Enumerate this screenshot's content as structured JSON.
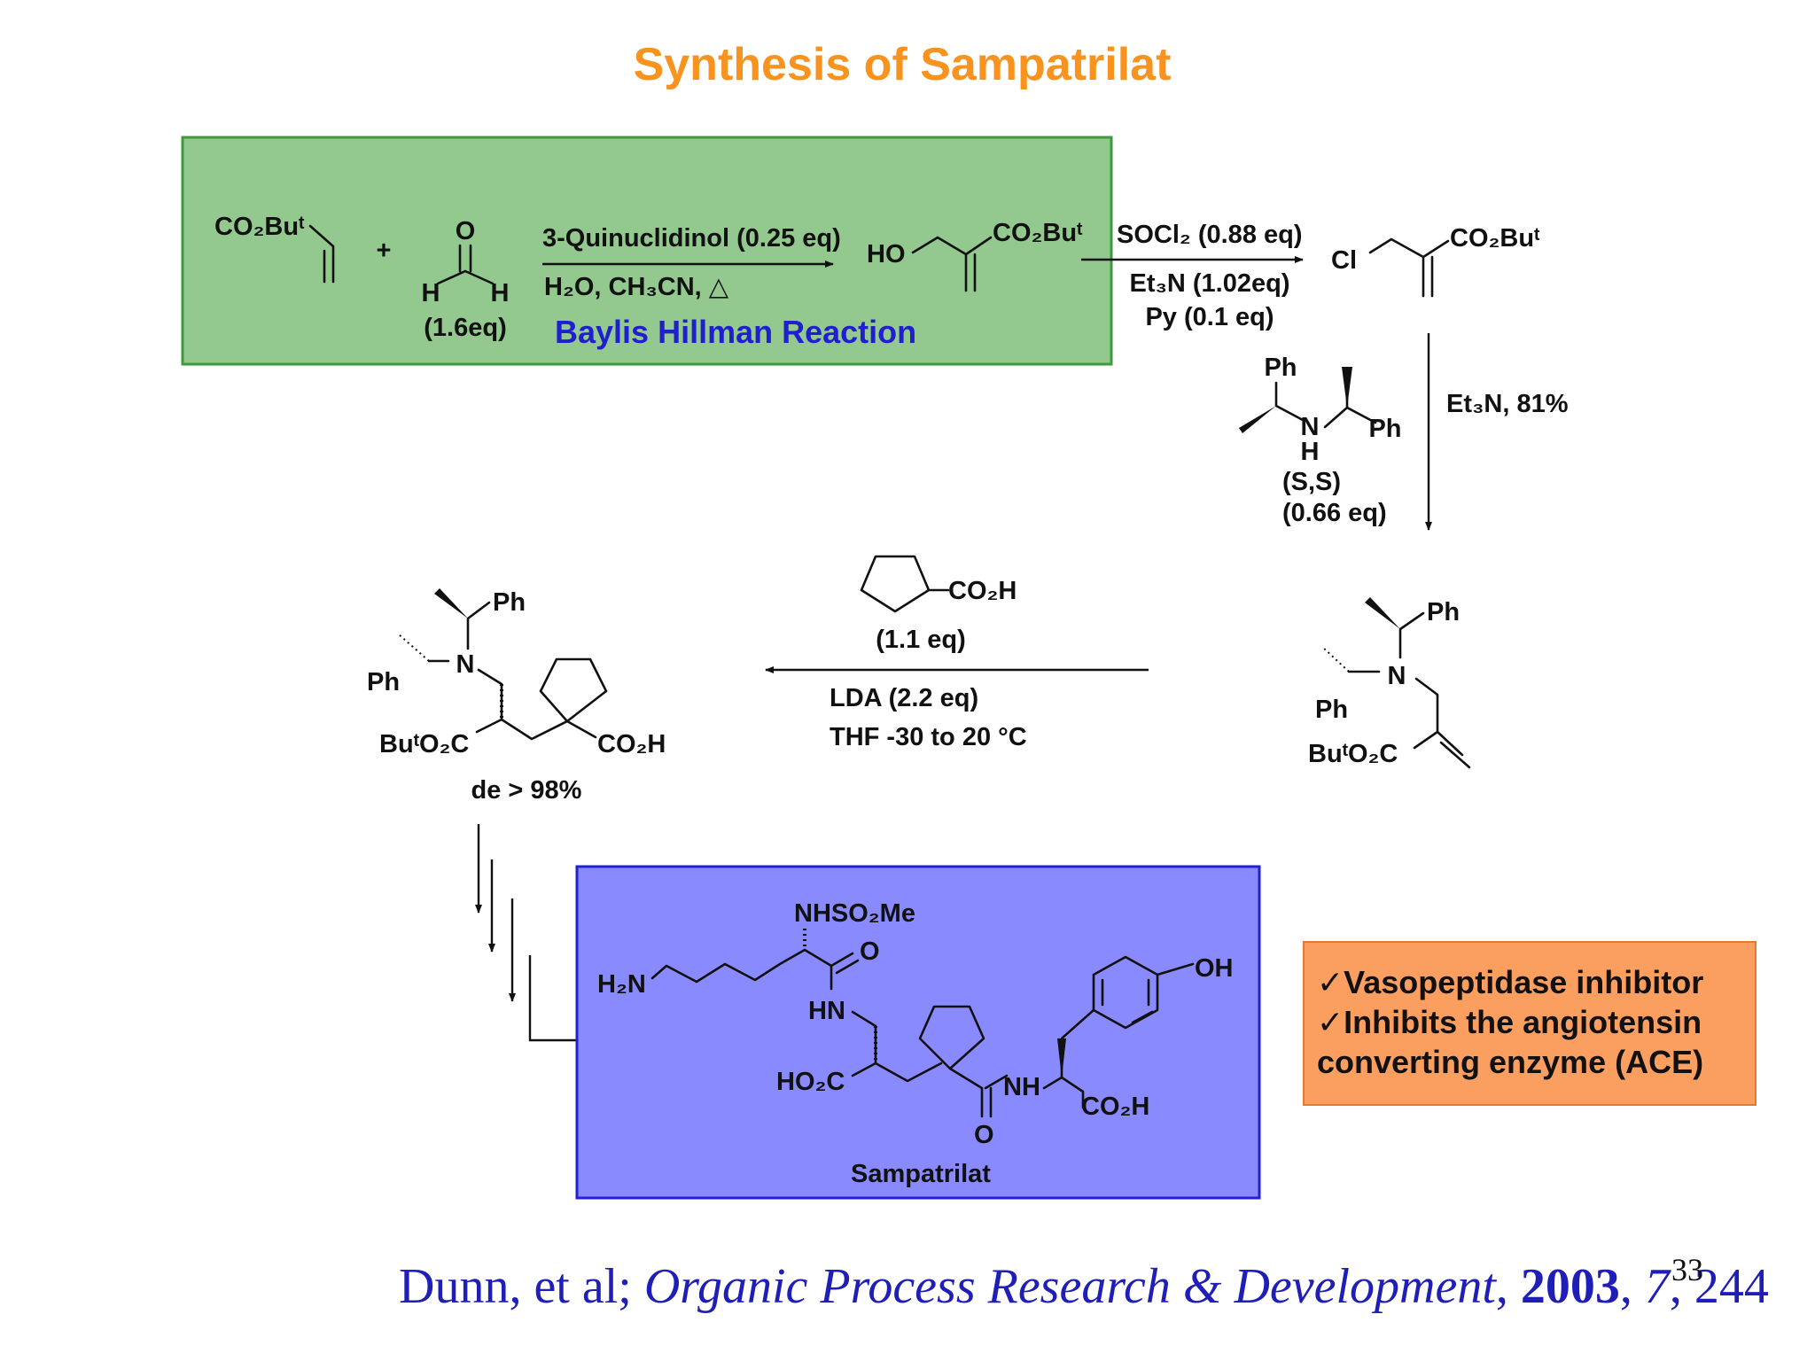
{
  "title": "Synthesis of Sampatrilat",
  "colors": {
    "title": "#f7931e",
    "green_box": "#93c98e",
    "blue_box": "#8a8aff",
    "note_box": "#fa9f5f",
    "link_blue": "#1f1fb8"
  },
  "step1": {
    "reagent1": "3-Quinuclidinol (0.25 eq)",
    "reagent2": "H₂O, CH₃CN, △",
    "name": "Baylis Hillman Reaction",
    "aldehyde_o": "O",
    "aldehyde_h": "H",
    "aldehyde_eq": "(1.6eq)",
    "plus": "+",
    "ho": "HO",
    "ester": "CO₂Buᵗ"
  },
  "step2": {
    "reagent1": "SOCl₂ (0.88 eq)",
    "reagent2": "Et₃N (1.02eq)",
    "reagent3": "Py (0.1 eq)",
    "cl": "Cl"
  },
  "step3": {
    "reagent": "Et₃N, 81%",
    "amine_ph": "Ph",
    "amine_nh": "N",
    "amine_h": "H",
    "stereo": "(S,S)",
    "eq": "(0.66 eq)"
  },
  "step4": {
    "acid": "CO₂H",
    "eq": "(1.1 eq)",
    "reagent1": "LDA (2.2 eq)",
    "reagent2": "THF -30 to 20 °C"
  },
  "intermediate": {
    "ph": "Ph",
    "n": "N",
    "ester_left": "BuᵗO₂C",
    "acid": "CO₂H",
    "de": "de > 98%"
  },
  "product": {
    "name": "Sampatrilat",
    "nhso2me": "NHSO₂Me",
    "h2n": "H₂N",
    "o": "O",
    "hn": "HN",
    "ho2c": "HO₂C",
    "nh": "NH",
    "co2h": "CO₂H",
    "oh": "OH"
  },
  "notes": [
    "✓Vasopeptidase inhibitor",
    "✓Inhibits the angiotensin",
    "converting enzyme (ACE)"
  ],
  "citation": {
    "authors": "Dunn, et al; ",
    "journal": "Organic Process Research & Development",
    "sep": ", ",
    "year": "2003",
    "sep2": ", ",
    "volume": "7",
    "pages": ", 244"
  },
  "page_number": "33"
}
